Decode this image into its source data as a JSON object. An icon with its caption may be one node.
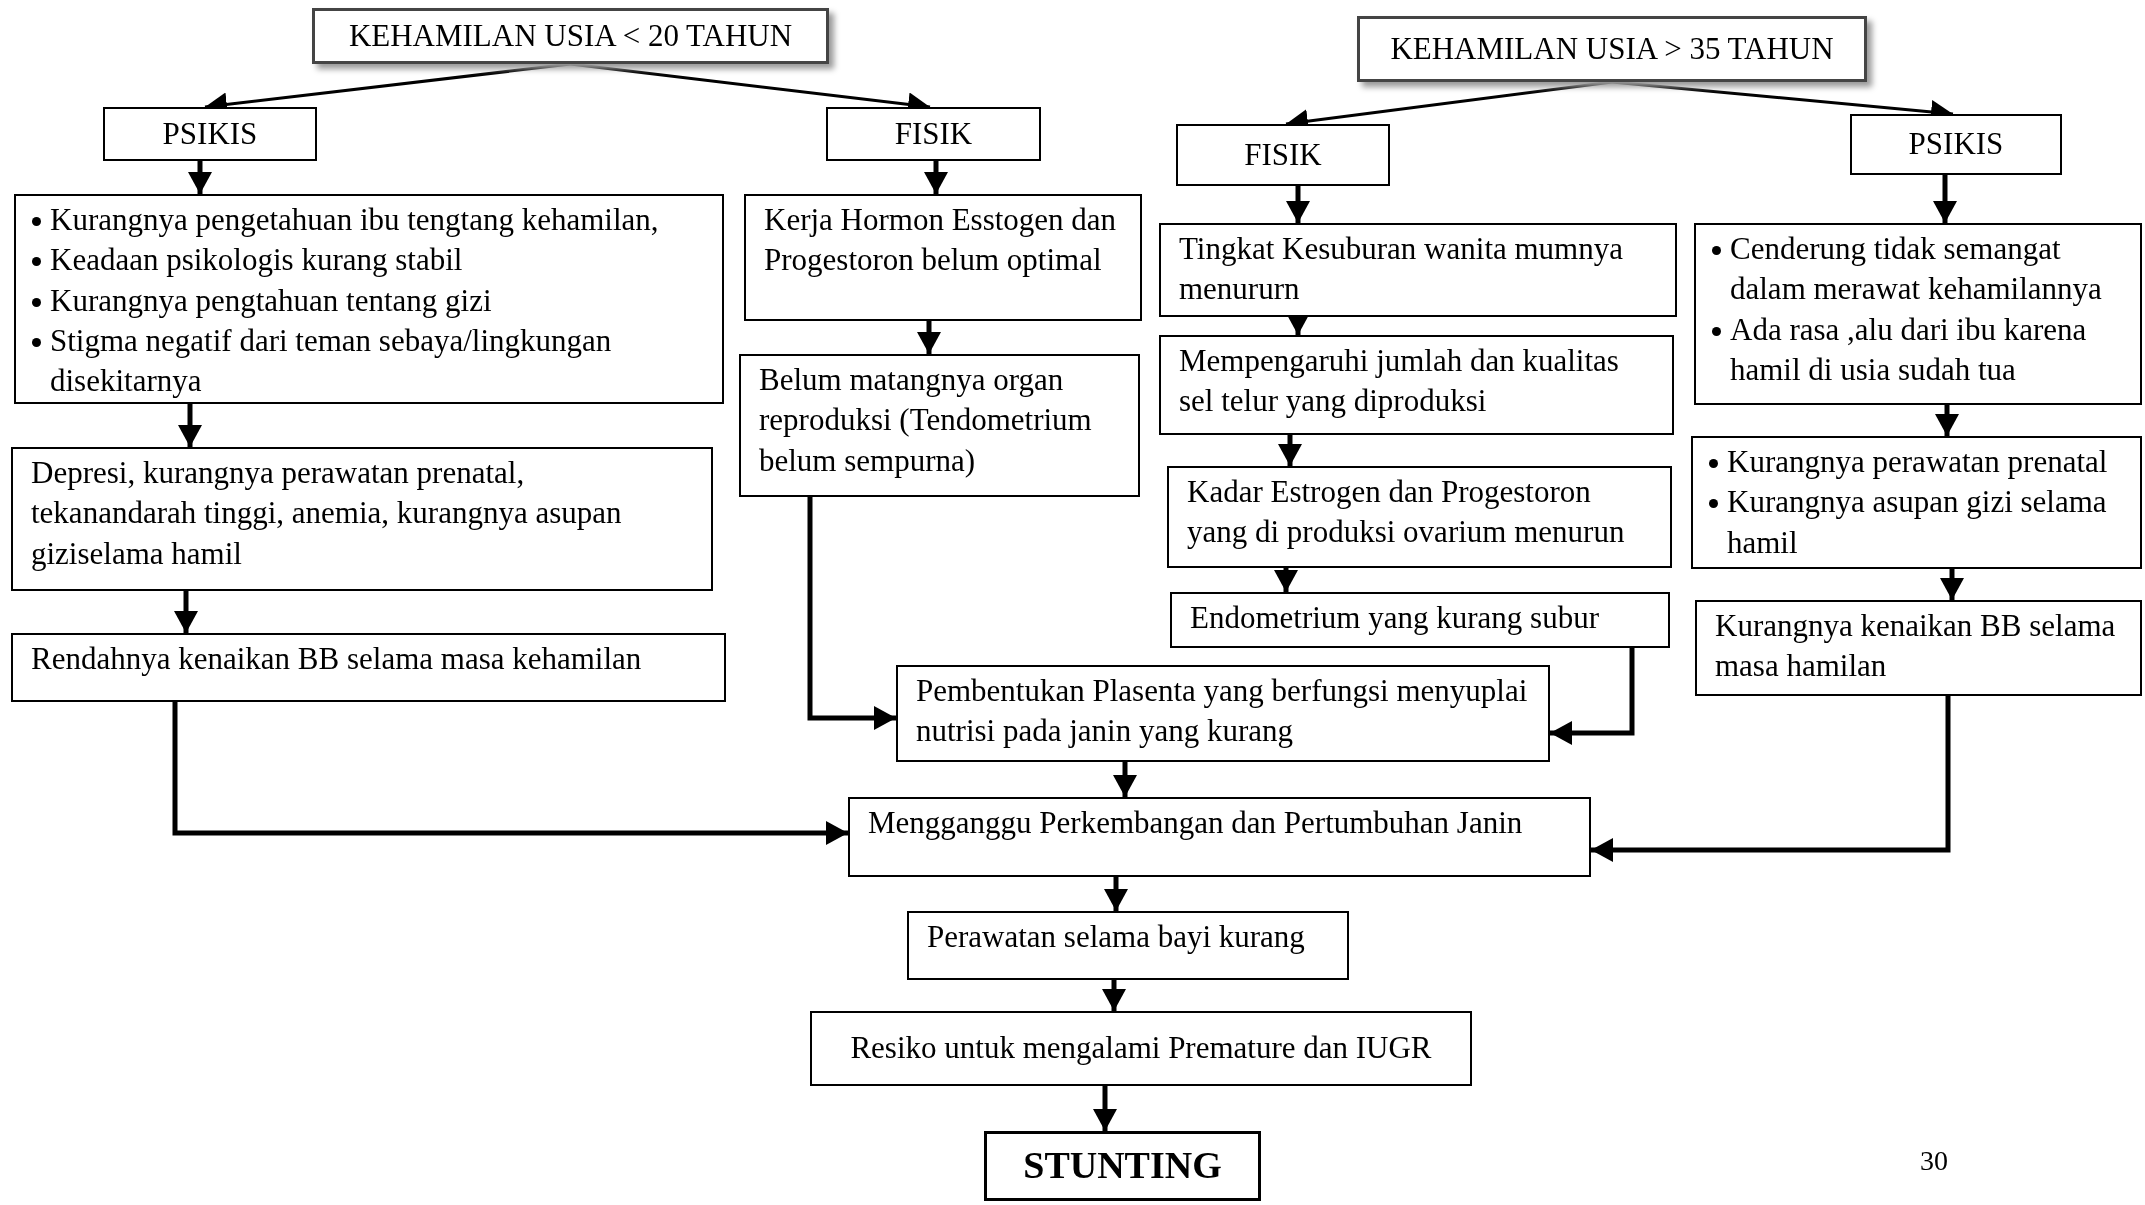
{
  "diagram": {
    "nodes": [
      {
        "text": [
          "KEHAMILAN USIA < 20 TAHUN"
        ]
      },
      {
        "text": [
          "PSIKIS"
        ]
      },
      {
        "text": [
          "FISIK"
        ]
      },
      {
        "text": [
          "KEHAMILAN USIA > 35 TAHUN"
        ]
      },
      {
        "text": [
          "FISIK"
        ]
      },
      {
        "text": [
          "PSIKIS"
        ]
      },
      {
        "text": [
          "Kurangnya pengetahuan ibu tengtang kehamilan,",
          "Keadaan psikologis kurang stabil",
          "Kurangnya pengtahuan tentang gizi",
          "Stigma negatif dari teman sebaya/lingkungan disekitarnya"
        ]
      },
      {
        "text": [
          "Kerja  Hormon Esstogen dan Progestoron belum optimal"
        ]
      },
      {
        "text": [
          "Tingkat Kesuburan wanita mumnya menururn"
        ]
      },
      {
        "text": [
          "Cenderung tidak semangat dalam merawat kehamilannya",
          "Ada rasa ,alu dari ibu karena hamil di usia sudah tua"
        ]
      },
      {
        "text": [
          "Mempengaruhi jumlah dan kualitas sel telur yang diproduksi"
        ]
      },
      {
        "text": [
          "Belum matangnya organ reproduksi (Tendometrium belum sempurna)"
        ]
      },
      {
        "text": [
          "Depresi, kurangnya perawatan prenatal, tekanandarah tinggi, anemia, kurangnya asupan giziselama hamil"
        ]
      },
      {
        "text": [
          "Kurangnya perawatan prenatal",
          "Kurangnya asupan gizi selama hamil"
        ]
      },
      {
        "text": [
          "Kadar Estrogen dan Progestoron yang di produksi ovarium menurun"
        ]
      },
      {
        "text": [
          "Endometrium yang kurang subur"
        ]
      },
      {
        "text": [
          "Rendahnya kenaikan BB selama masa kehamilan"
        ]
      },
      {
        "text": [
          "Kurangnya kenaikan BB selama masa hamilan"
        ]
      },
      {
        "text": [
          "Pembentukan Plasenta yang berfungsi menyuplai nutrisi pada janin yang kurang"
        ]
      },
      {
        "text": [
          "Mengganggu Perkembangan dan Pertumbuhan Janin"
        ]
      },
      {
        "text": [
          "Perawatan selama bayi kurang"
        ]
      },
      {
        "text": [
          "Resiko untuk mengalami Premature dan IUGR"
        ]
      },
      {
        "text": [
          "STUNTING"
        ]
      }
    ],
    "edges": [
      {
        "from": 0,
        "to": 1,
        "arrow": "to"
      },
      {
        "from": 0,
        "to": 2,
        "arrow": "to"
      },
      {
        "from": 3,
        "to": 4,
        "arrow": "to"
      },
      {
        "from": 3,
        "to": 5,
        "arrow": "to"
      },
      {
        "from": 1,
        "to": 6,
        "arrow": "to"
      },
      {
        "from": 6,
        "to": 12,
        "arrow": "to"
      },
      {
        "from": 12,
        "to": 16,
        "arrow": "to"
      },
      {
        "from": 16,
        "to": 19,
        "arrow": "to"
      },
      {
        "from": 2,
        "to": 7,
        "arrow": "to"
      },
      {
        "from": 7,
        "to": 11,
        "arrow": "to"
      },
      {
        "from": 11,
        "to": 18,
        "arrow": "to"
      },
      {
        "from": 4,
        "to": 8,
        "arrow": "to"
      },
      {
        "from": 8,
        "to": 10,
        "arrow": "to"
      },
      {
        "from": 10,
        "to": 14,
        "arrow": "to"
      },
      {
        "from": 14,
        "to": 15,
        "arrow": "to"
      },
      {
        "from": 15,
        "to": 18,
        "arrow": "to"
      },
      {
        "from": 5,
        "to": 9,
        "arrow": "to"
      },
      {
        "from": 9,
        "to": 13,
        "arrow": "to"
      },
      {
        "from": 13,
        "to": 17,
        "arrow": "to"
      },
      {
        "from": 17,
        "to": 19,
        "arrow": "to"
      },
      {
        "from": 18,
        "to": 19,
        "arrow": "to"
      },
      {
        "from": 19,
        "to": 20,
        "arrow": "to"
      },
      {
        "from": 20,
        "to": 21,
        "arrow": "to"
      },
      {
        "from": 21,
        "to": 22,
        "arrow": "to"
      }
    ],
    "labels": [
      "30"
    ]
  }
}
